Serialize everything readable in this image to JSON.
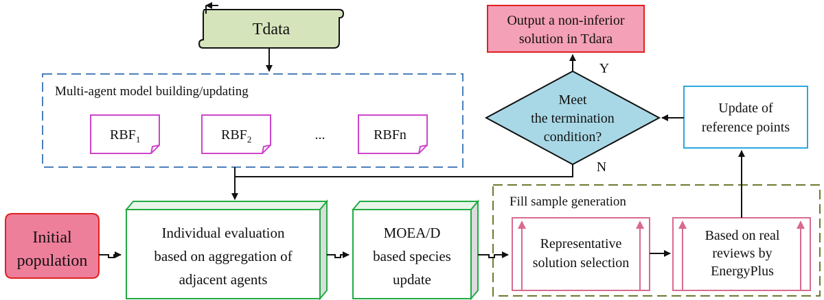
{
  "nodes": {
    "tdata": "Tdata",
    "model_title": "Multi-agent model building/updating",
    "rbf_1": "RBF",
    "rbf_1_sub": "1",
    "rbf_2": "RBF",
    "rbf_2_sub": "2",
    "rbf_dots": "...",
    "rbf_n": "RBFn",
    "initial_line1": "Initial",
    "initial_line2": "population",
    "eval_line1": "Individual evaluation",
    "eval_line2": "based on aggregation of",
    "eval_line3": "adjacent agents",
    "moead_line1": "MOEA/D",
    "moead_line2": "based species",
    "moead_line3": "update",
    "fill_title": "Fill sample generation",
    "rep_line1": "Representative",
    "rep_line2": "solution selection",
    "real_line1": "Based on real",
    "real_line2": "reviews by",
    "real_line3": "EnergyPlus",
    "update_line1": "Update of",
    "update_line2": "reference points",
    "decision_line1": "Meet",
    "decision_line2": "the termination",
    "decision_line3": "condition?",
    "output_line1": "Output a non-inferior",
    "output_line2": "solution in Tdara",
    "label_yes": "Y",
    "label_no": "N"
  },
  "colors": {
    "tdata_fill": "#d6e4bc",
    "blue_dash": "#4a7ebb",
    "rbf_stroke": "#cc44cc",
    "initial_fill": "#ee7f9a",
    "initial_stroke": "#e02020",
    "green_box": "#22aa44",
    "fill_dash": "#6b7a2f",
    "pink_box": "#d86a8f",
    "update_stroke": "#29a8e0",
    "decision_fill": "#a8d8e6",
    "output_fill": "#f4a0b6",
    "output_stroke": "#e02020"
  }
}
